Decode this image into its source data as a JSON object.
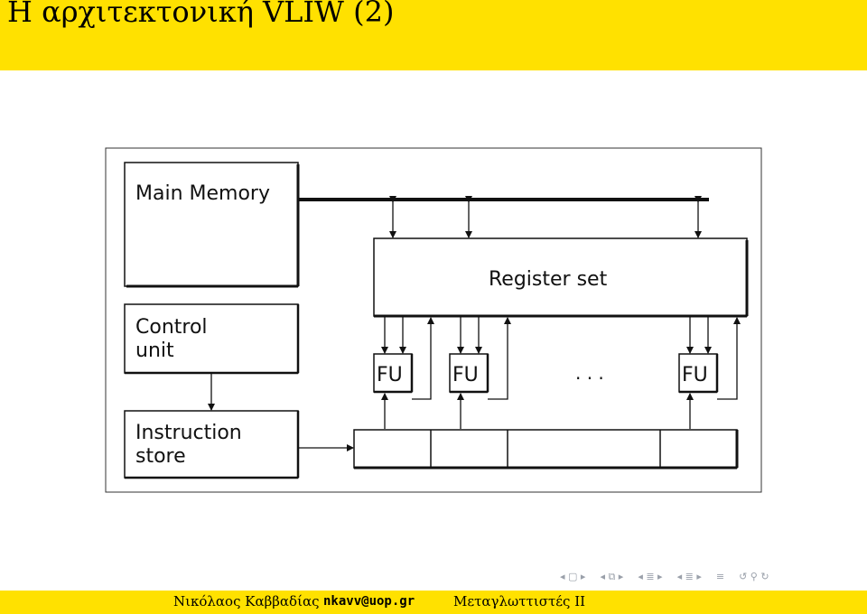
{
  "slide": {
    "title": "Η αρχιτεκτονική VLIW (2)"
  },
  "diagram": {
    "main_memory": "Main Memory",
    "register_set": "Register set",
    "control_unit_line1": "Control",
    "control_unit_line2": "unit",
    "instruction_store_line1": "Instruction",
    "instruction_store_line2": "store",
    "fu_labels": [
      "FU",
      "FU",
      "FU"
    ],
    "ellipsis": ". . ."
  },
  "nav": {
    "icons": [
      "nav-first-icon",
      "nav-frame-icon",
      "nav-prev-icon",
      "nav-section-icon",
      "nav-subsection-icon",
      "nav-next-icon",
      "nav-align-icon",
      "nav-search-icon"
    ]
  },
  "footer": {
    "author": "Νικόλαος Καββαδίας",
    "email": "nkavv@uop.gr",
    "course": "Μεταγλωττιστές ΙΙ"
  }
}
